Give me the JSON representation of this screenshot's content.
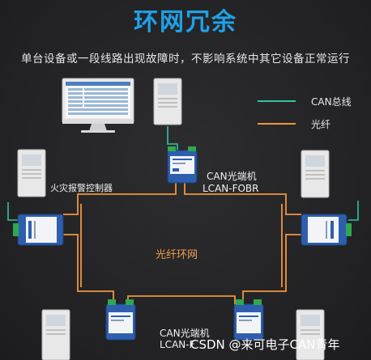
{
  "title": "环网冗余",
  "subtitle": "单台设备或一段线路出现故障时，不影响系统中其它设备正常运行",
  "legend": {
    "can_bus": "CAN总线",
    "fiber": "光纤"
  },
  "top_device": {
    "name_line1": "CAN光端机",
    "name_line2": "LCAN-FOBR"
  },
  "fire_controller_label": "火灾报警控制器",
  "ring_label": "光纤环网",
  "bottom_device": {
    "name_line1": "CAN光端机",
    "name_line2": "LCAN-F"
  },
  "watermark": "CSDN @来可电子CAN青年",
  "colors": {
    "title": "#1fa0e6",
    "can_line": "#2ec4a4",
    "fiber_line": "#f0963c",
    "background": "#232325"
  },
  "icons": [
    "monitor-icon",
    "fire-alarm-panel-icon",
    "can-fiber-converter-icon"
  ]
}
